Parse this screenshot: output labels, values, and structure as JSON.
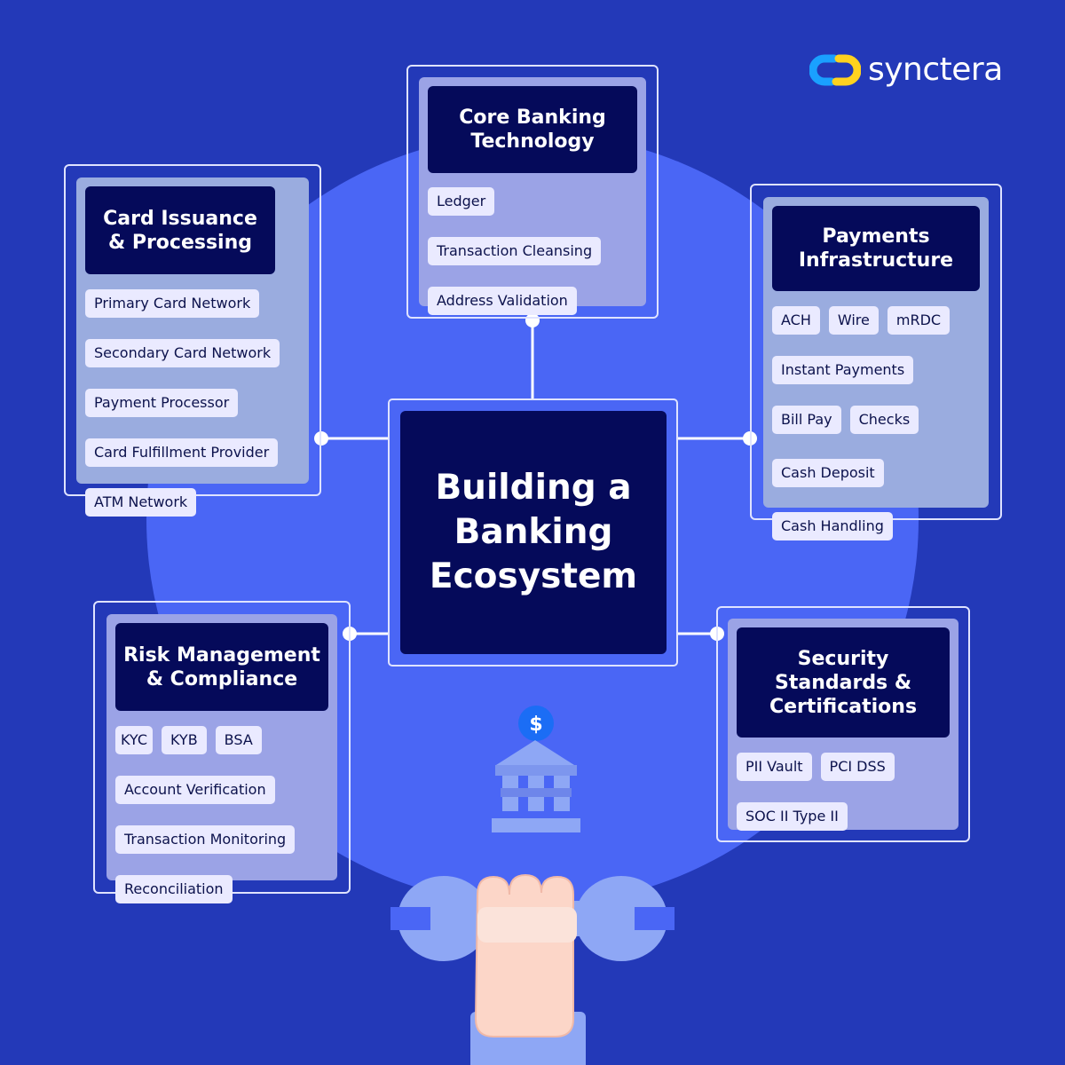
{
  "brand": {
    "name": "synctera"
  },
  "center": {
    "title_lines": [
      "Building a",
      "Banking",
      "Ecosystem"
    ]
  },
  "cards": {
    "core_banking": {
      "title_lines": [
        "Core Banking",
        "Technology"
      ],
      "items": [
        "Ledger",
        "Transaction Cleansing",
        "Address Validation"
      ]
    },
    "card_issuance": {
      "title_lines": [
        "Card Issuance",
        "& Processing"
      ],
      "items": [
        "Primary Card Network",
        "Secondary Card Network",
        "Payment Processor",
        "Card Fulfillment Provider",
        "ATM Network"
      ]
    },
    "payments": {
      "title_lines": [
        "Payments",
        "Infrastructure"
      ],
      "items": [
        "ACH",
        "Wire",
        "mRDC",
        "Instant Payments",
        "Bill Pay",
        "Checks",
        "Cash Deposit",
        "Cash Handling"
      ]
    },
    "risk": {
      "title_lines": [
        "Risk Management",
        "& Compliance"
      ],
      "items": [
        "KYC",
        "KYB",
        "BSA",
        "Account Verification",
        "Transaction Monitoring",
        "Reconciliation"
      ]
    },
    "security": {
      "title_lines": [
        "Security",
        "Standards &",
        "Certifications"
      ],
      "items": [
        "PII Vault",
        "PCI DSS",
        "SOC II Type II"
      ]
    }
  },
  "illustration": {
    "coin_symbol": "$",
    "icons": [
      "bank-icon",
      "dollar-coin-icon",
      "wrench-icon",
      "hand-icon"
    ]
  },
  "colors": {
    "background": "#2339b8",
    "circle": "#4a66f5",
    "card_head": "#050a5a",
    "chip": "#eaeaff",
    "logo_blue": "#1aa0ff",
    "logo_yellow": "#ffd21f"
  }
}
